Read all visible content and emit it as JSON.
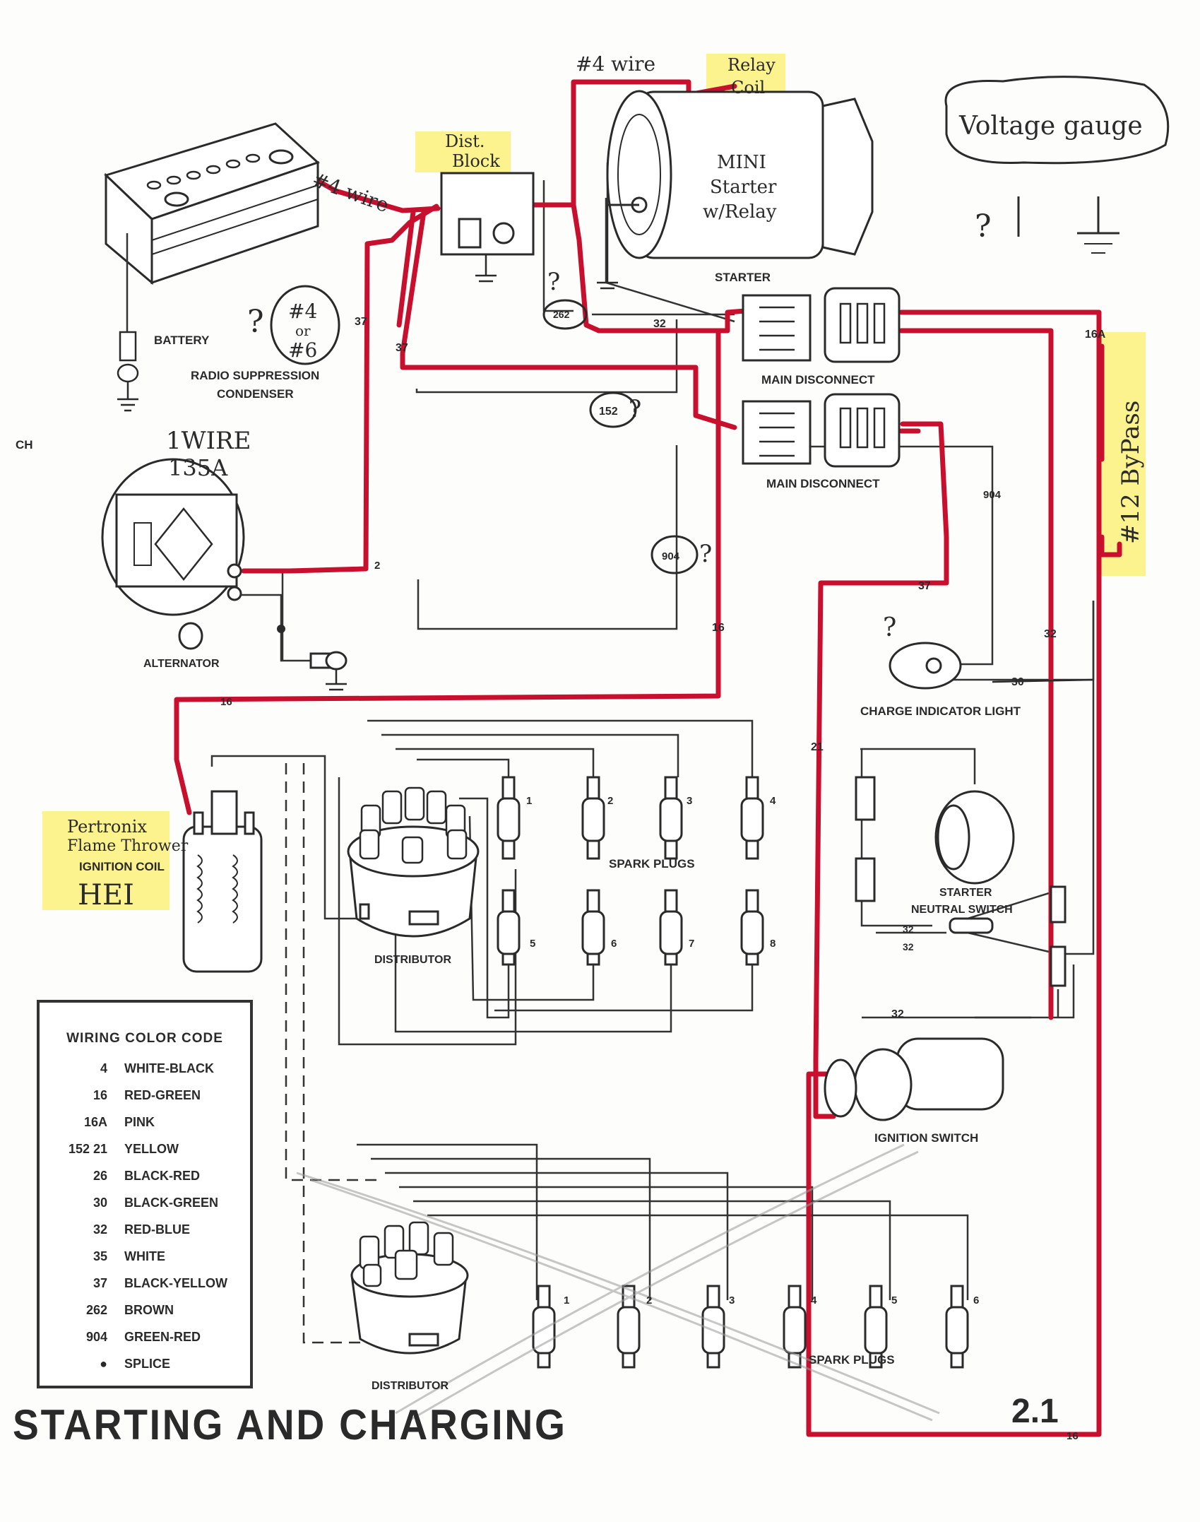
{
  "labels": {
    "battery": "BATTERY",
    "radio_condenser_1": "RADIO SUPPRESSION",
    "radio_condenser_2": "CONDENSER",
    "starter": "STARTER",
    "main_disconnect_top": "MAIN DISCONNECT",
    "main_disconnect_bottom": "MAIN DISCONNECT",
    "alternator": "ALTERNATOR",
    "charge_indicator": "CHARGE INDICATOR LIGHT",
    "starter_neutral_1": "STARTER",
    "starter_neutral_2": "NEUTRAL SWITCH",
    "ignition_switch": "IGNITION SWITCH",
    "ignition_coil": "IGNITION COIL",
    "distributor_top": "DISTRIBUTOR",
    "distributor_bottom": "DISTRIBUTOR",
    "spark_plugs_top": "SPARK PLUGS",
    "spark_plugs_bottom": "SPARK PLUGS",
    "edge_ch": "CH"
  },
  "wire_numbers": {
    "w37a": "37",
    "w37b": "37",
    "w37c": "37",
    "w262": "262",
    "w32a": "32",
    "w32b": "32",
    "w32c": "32",
    "w32d": "32",
    "w32e": "32",
    "w16a": "16A",
    "w152": "152",
    "w904a": "904",
    "w904b": "904",
    "w16b": "16",
    "w16c": "16",
    "w16d": "16",
    "w30": "30",
    "w21": "21",
    "w2": "2"
  },
  "plug_numbers_top": [
    "1",
    "2",
    "3",
    "4",
    "5",
    "6",
    "7",
    "8"
  ],
  "plug_numbers_bottom": [
    "1",
    "2",
    "3",
    "4",
    "5",
    "6"
  ],
  "handwritten": {
    "four_wire_top": "#4 wire",
    "four_wire_batt": "#4 wire",
    "relay_coil_1": "Relay",
    "relay_coil_2": "Coil",
    "dist_block_1": "Dist.",
    "dist_block_2": "Block",
    "mini_starter_1": "MINI",
    "mini_starter_2": "Starter",
    "mini_starter_3": "w/Relay",
    "voltage_gauge": "Voltage gauge",
    "question_gauge": "?",
    "question_262": "?",
    "question_cond": "?",
    "question_152": "?",
    "question_904": "?",
    "question_charge": "?",
    "gauge_4_or_6_a": "#4",
    "gauge_4_or_6_b": "or",
    "gauge_4_or_6_c": "#6",
    "one_wire_1": "1WIRE",
    "one_wire_2": "135A",
    "bypass": "#12 ByPass",
    "pertronix_1": "Pertronix",
    "pertronix_2": "Flame Thrower",
    "hei": "HEI"
  },
  "legend": {
    "title": "WIRING COLOR CODE",
    "rows": [
      {
        "code": "4",
        "color": "WHITE-BLACK"
      },
      {
        "code": "16",
        "color": "RED-GREEN"
      },
      {
        "code": "16A",
        "color": "PINK"
      },
      {
        "code": "152  21",
        "color": "YELLOW"
      },
      {
        "code": "26",
        "color": "BLACK-RED"
      },
      {
        "code": "30",
        "color": "BLACK-GREEN"
      },
      {
        "code": "32",
        "color": "RED-BLUE"
      },
      {
        "code": "35",
        "color": "WHITE"
      },
      {
        "code": "37",
        "color": "BLACK-YELLOW"
      },
      {
        "code": "262",
        "color": "BROWN"
      },
      {
        "code": "904",
        "color": "GREEN-RED"
      },
      {
        "code": "●",
        "color": "SPLICE"
      }
    ]
  },
  "footer": {
    "title": "STARTING AND CHARGING",
    "page": "2.1"
  },
  "colors": {
    "wire_red": "#c8102e",
    "highlight": "#fbf07a",
    "ink": "#2a2a2a"
  }
}
